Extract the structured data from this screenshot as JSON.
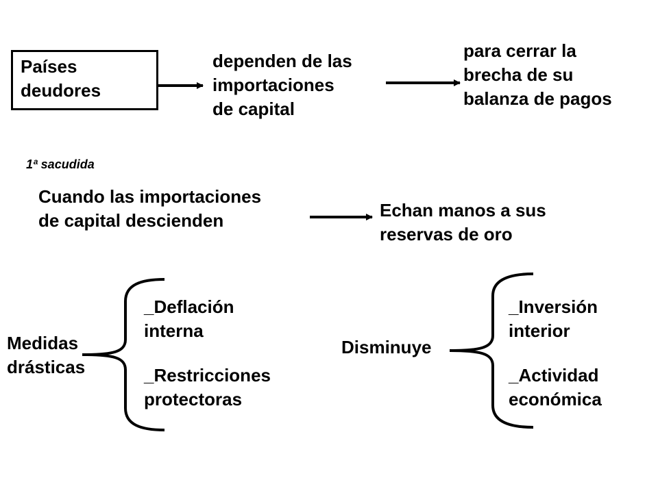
{
  "row1": {
    "box_text": [
      "Países",
      "deudores"
    ],
    "middle_text": [
      "dependen de las",
      "importaciones",
      "de capital"
    ],
    "right_text": [
      "para cerrar la",
      "brecha de su",
      "balanza de pagos"
    ]
  },
  "row2": {
    "label": "1ª sacudida",
    "left_text": [
      "Cuando las importaciones",
      "de capital descienden"
    ],
    "right_text": [
      "Echan manos a sus",
      "reservas de oro"
    ]
  },
  "row3": {
    "left_label": [
      "Medidas",
      "drásticas"
    ],
    "left_items": [
      [
        "_Deflación",
        "interna"
      ],
      [
        "_Restricciones",
        "protectoras"
      ]
    ],
    "right_label": "Disminuye",
    "right_items": [
      [
        "_Inversión",
        "interior"
      ],
      [
        "_Actividad",
        "económica"
      ]
    ]
  }
}
